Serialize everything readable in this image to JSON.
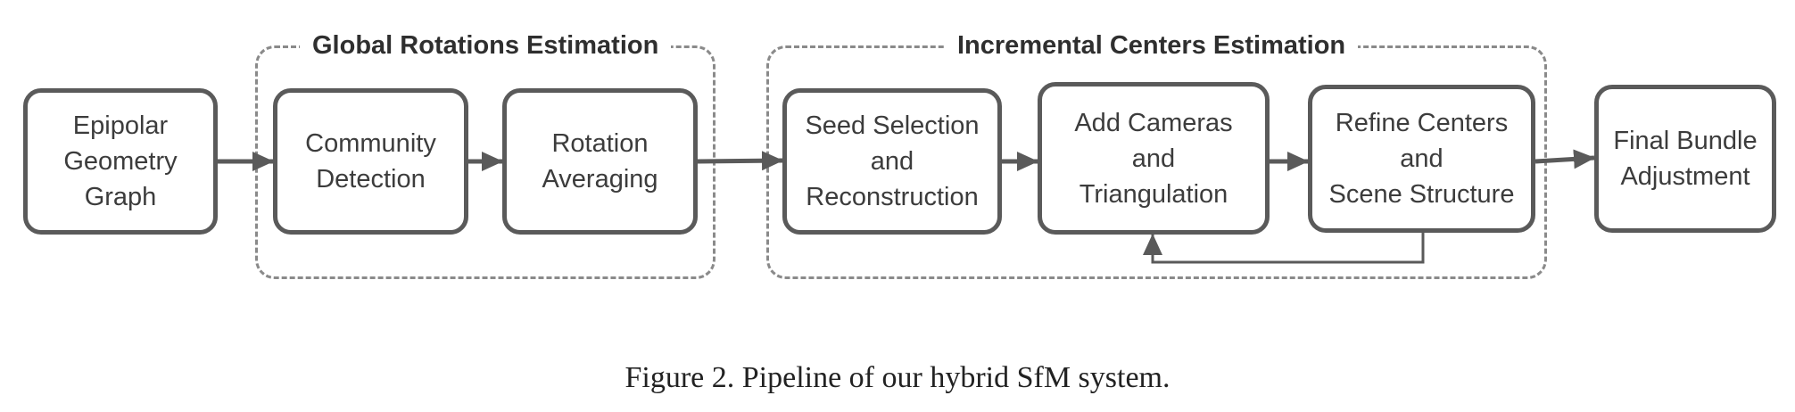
{
  "diagram": {
    "groups": {
      "global": {
        "title": "Global Rotations Estimation"
      },
      "incremental": {
        "title": "Incremental Centers Estimation"
      }
    },
    "nodes": {
      "epipolar": "Epipolar\nGeometry\nGraph",
      "community": "Community\nDetection",
      "rotation": "Rotation\nAveraging",
      "seed": "Seed Selection\nand\nReconstruction",
      "addcams": "Add  Cameras\nand\nTriangulation",
      "refine": "Refine Centers\nand\nScene Structure",
      "final": "Final Bundle\nAdjustment"
    },
    "edges": [
      [
        "epipolar",
        "community"
      ],
      [
        "community",
        "rotation"
      ],
      [
        "rotation",
        "seed"
      ],
      [
        "seed",
        "addcams"
      ],
      [
        "addcams",
        "refine"
      ],
      [
        "refine",
        "final"
      ],
      [
        "refine",
        "addcams"
      ]
    ],
    "colors": {
      "box_border": "#5a5a5a",
      "arrow": "#5a5a5a",
      "dashed_border": "#8a8a8a"
    }
  },
  "caption": "Figure 2. Pipeline of our hybrid SfM system."
}
